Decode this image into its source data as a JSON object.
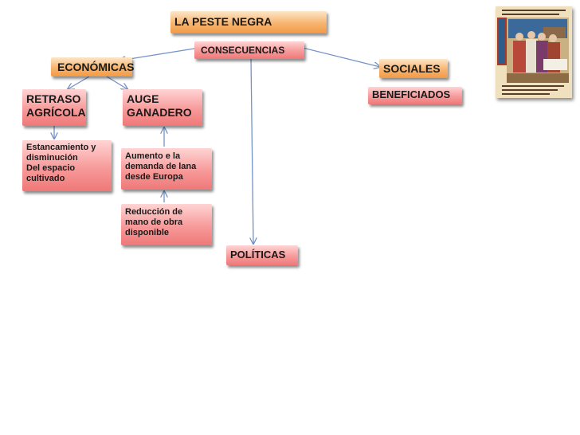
{
  "diagram": {
    "title": "LA PESTE NEGRA",
    "consequences": "CONSECUENCIAS",
    "economic": "ECONÓMICAS",
    "social": "SOCIALES",
    "beneficiaries": "BENEFICIADOS",
    "agricultural_setback": "RETRASO\nAGRÍCOLA",
    "livestock_boom": "AUGE\nGANADERO",
    "stagnation": "Estancamiento y\ndisminución\nDel espacio\ncultivado",
    "wool_demand": "Aumento e la\ndemanda de lana\ndesde Europa",
    "labor_reduction": "Reducción de\nmano de obra\ndisponible",
    "political": "POLÍTICAS"
  },
  "colors": {
    "orange_node": "#f7b46f",
    "salmon_node": "#f79a9a",
    "connector": "#7391c8"
  },
  "illustration": "medieval-manuscript-miniature"
}
